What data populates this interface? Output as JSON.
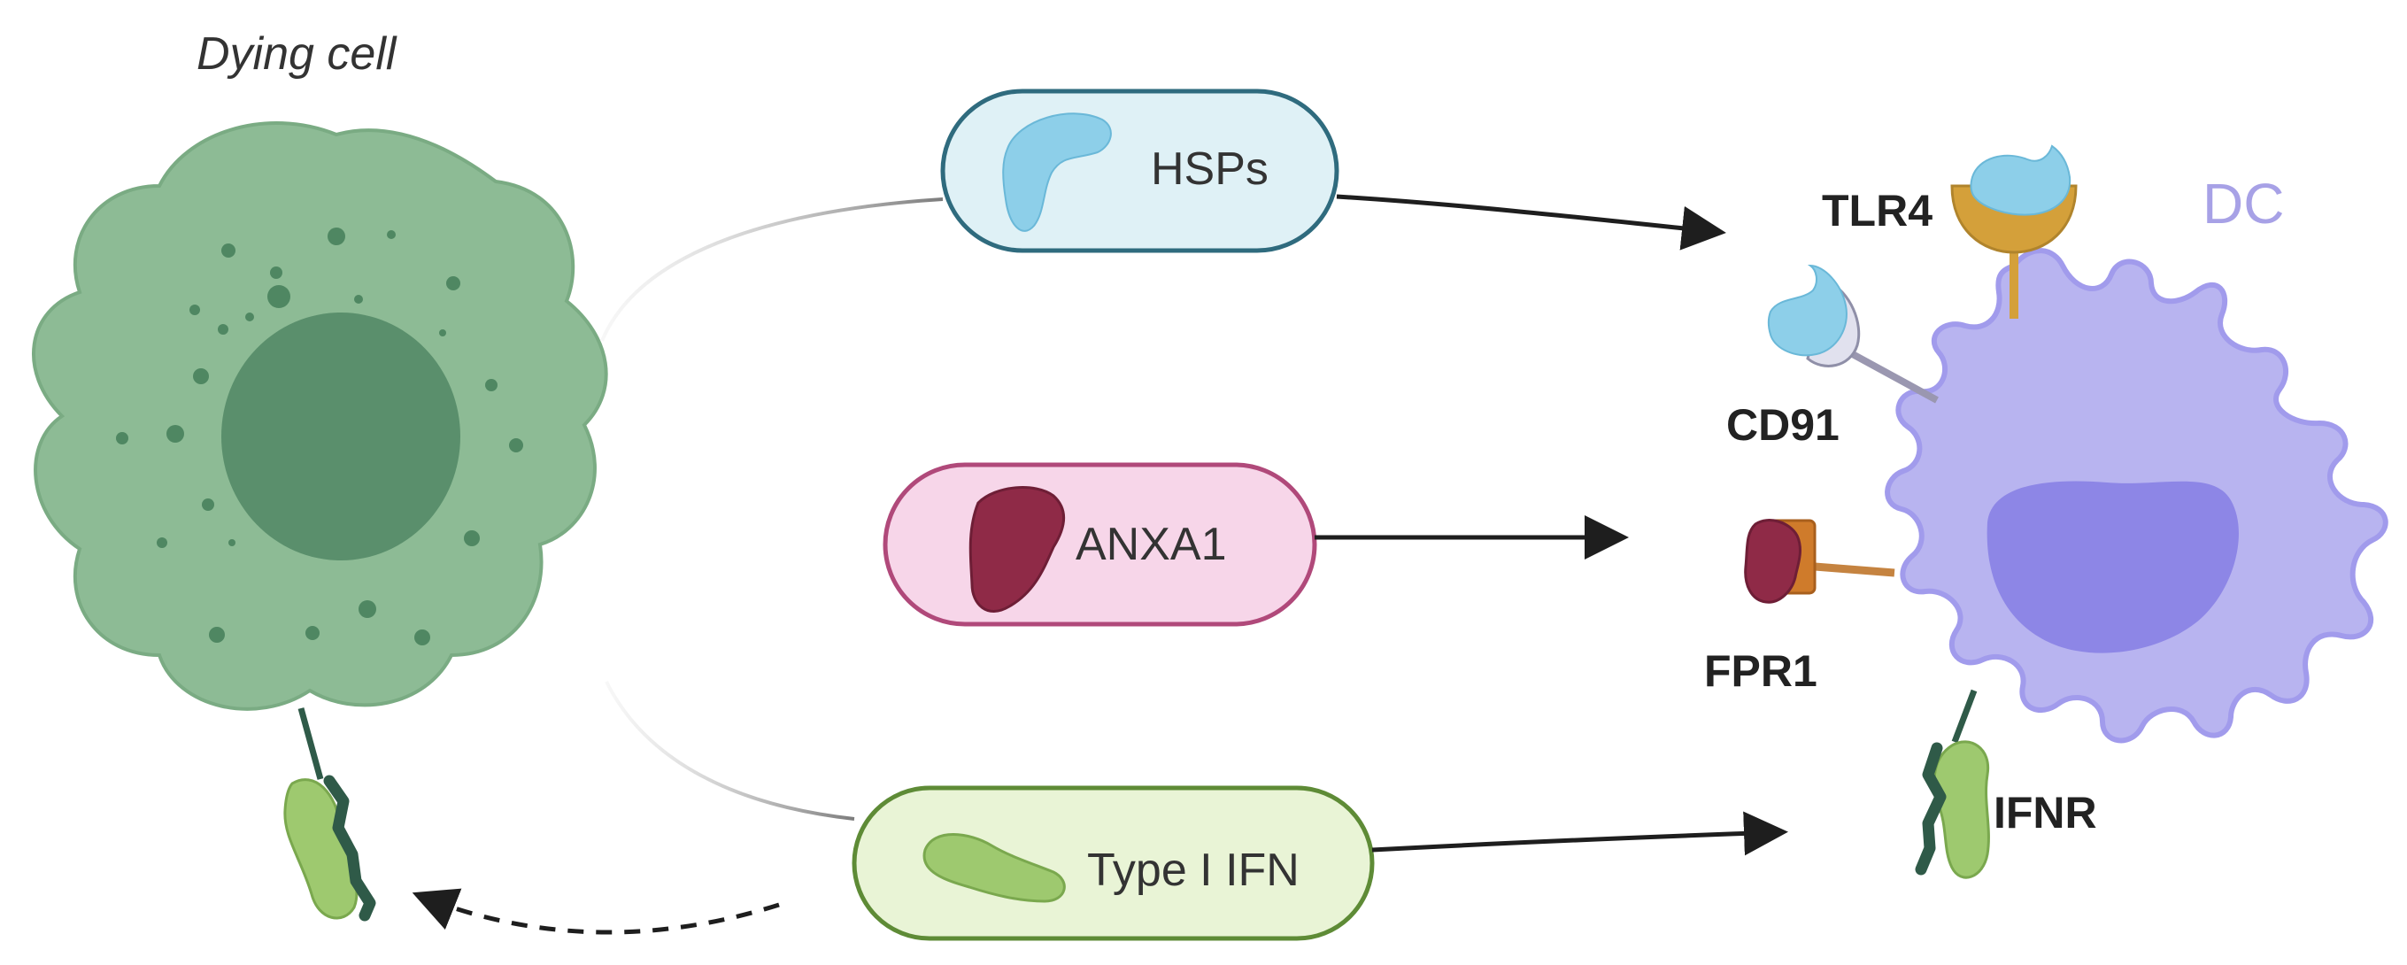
{
  "labels": {
    "dying_cell": "Dying cell",
    "dc": "DC",
    "tlr4": "TLR4",
    "cd91": "CD91",
    "fpr1": "FPR1",
    "ifnr": "IFNR"
  },
  "pills": [
    {
      "id": "hsps",
      "label": "HSPs"
    },
    {
      "id": "anxa1",
      "label": "ANXA1"
    },
    {
      "id": "type-i-ifn",
      "label": "Type I IFN"
    }
  ],
  "colors": {
    "dying_cell": "#8dbb95",
    "dying_cell_edge": "#7aab83",
    "nucleus": "#5a8f6c",
    "granule": "#4f8762",
    "dc_body": "#b8b4f0",
    "dc_edge": "#a19bec",
    "dc_nucleus": "#8d86e6",
    "dc_label": "#a7a1e6",
    "hsp": "#8dcfe9",
    "anxa1": "#8f2a47",
    "ifn": "#9ec96f",
    "ifn_dark": "#2f5a48",
    "hsps_pill_fill": "#dff1f6",
    "hsps_pill_edge": "#2f6b7e",
    "anxa1_pill_fill": "#f7d6e9",
    "anxa1_pill_edge": "#b0497a",
    "ifn_pill_fill": "#e9f4d6",
    "ifn_pill_edge": "#5e8b36",
    "tlr4": "#d4a03a",
    "fpr1": "#cf7b2b",
    "cd91": "#e1e1ee",
    "arrow": "#1e1e1e"
  }
}
